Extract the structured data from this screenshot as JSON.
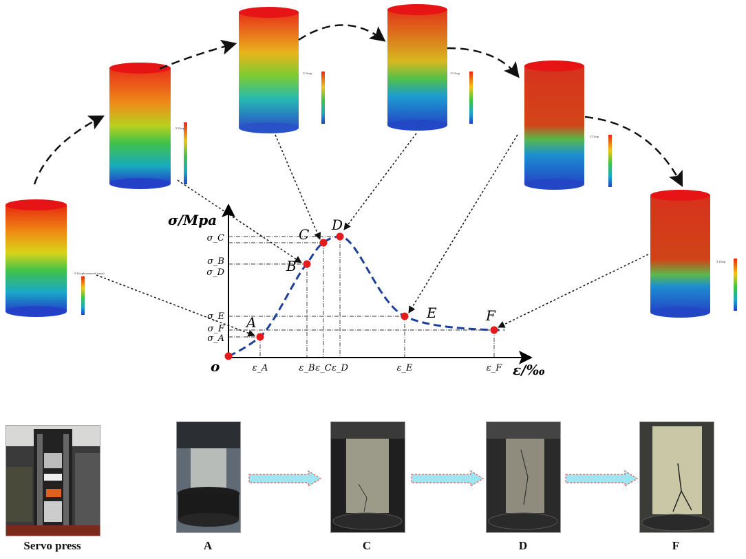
{
  "axes": {
    "y_label": "σ/Mpa",
    "x_label": "ε/‰",
    "origin": "o"
  },
  "points": [
    {
      "name": "A",
      "eps": "ε_A",
      "sigma": "σ_A"
    },
    {
      "name": "B",
      "eps": "ε_B",
      "sigma": "σ_B"
    },
    {
      "name": "C",
      "eps": "ε_C",
      "sigma": "σ_C"
    },
    {
      "name": "D",
      "eps": "ε_D",
      "sigma": "σ_D"
    },
    {
      "name": "E",
      "eps": "ε_E",
      "sigma": "σ_E"
    },
    {
      "name": "F",
      "eps": "ε_F",
      "sigma": "σ_F"
    }
  ],
  "sim_legends": [
    "Z Displacement (mm)",
    "Z Disp",
    "Z Disp",
    "Z Disp",
    "Z Disp",
    "Z Disp"
  ],
  "photos": [
    {
      "caption": "Servo press"
    },
    {
      "caption": "A"
    },
    {
      "caption": "C"
    },
    {
      "caption": "D"
    },
    {
      "caption": "F"
    }
  ],
  "colors": {
    "curve": "#1f3f9a",
    "point": "#e51a1a",
    "arrow_fill": "#9fe6f2",
    "arrow_edge": "#e05a5a"
  }
}
